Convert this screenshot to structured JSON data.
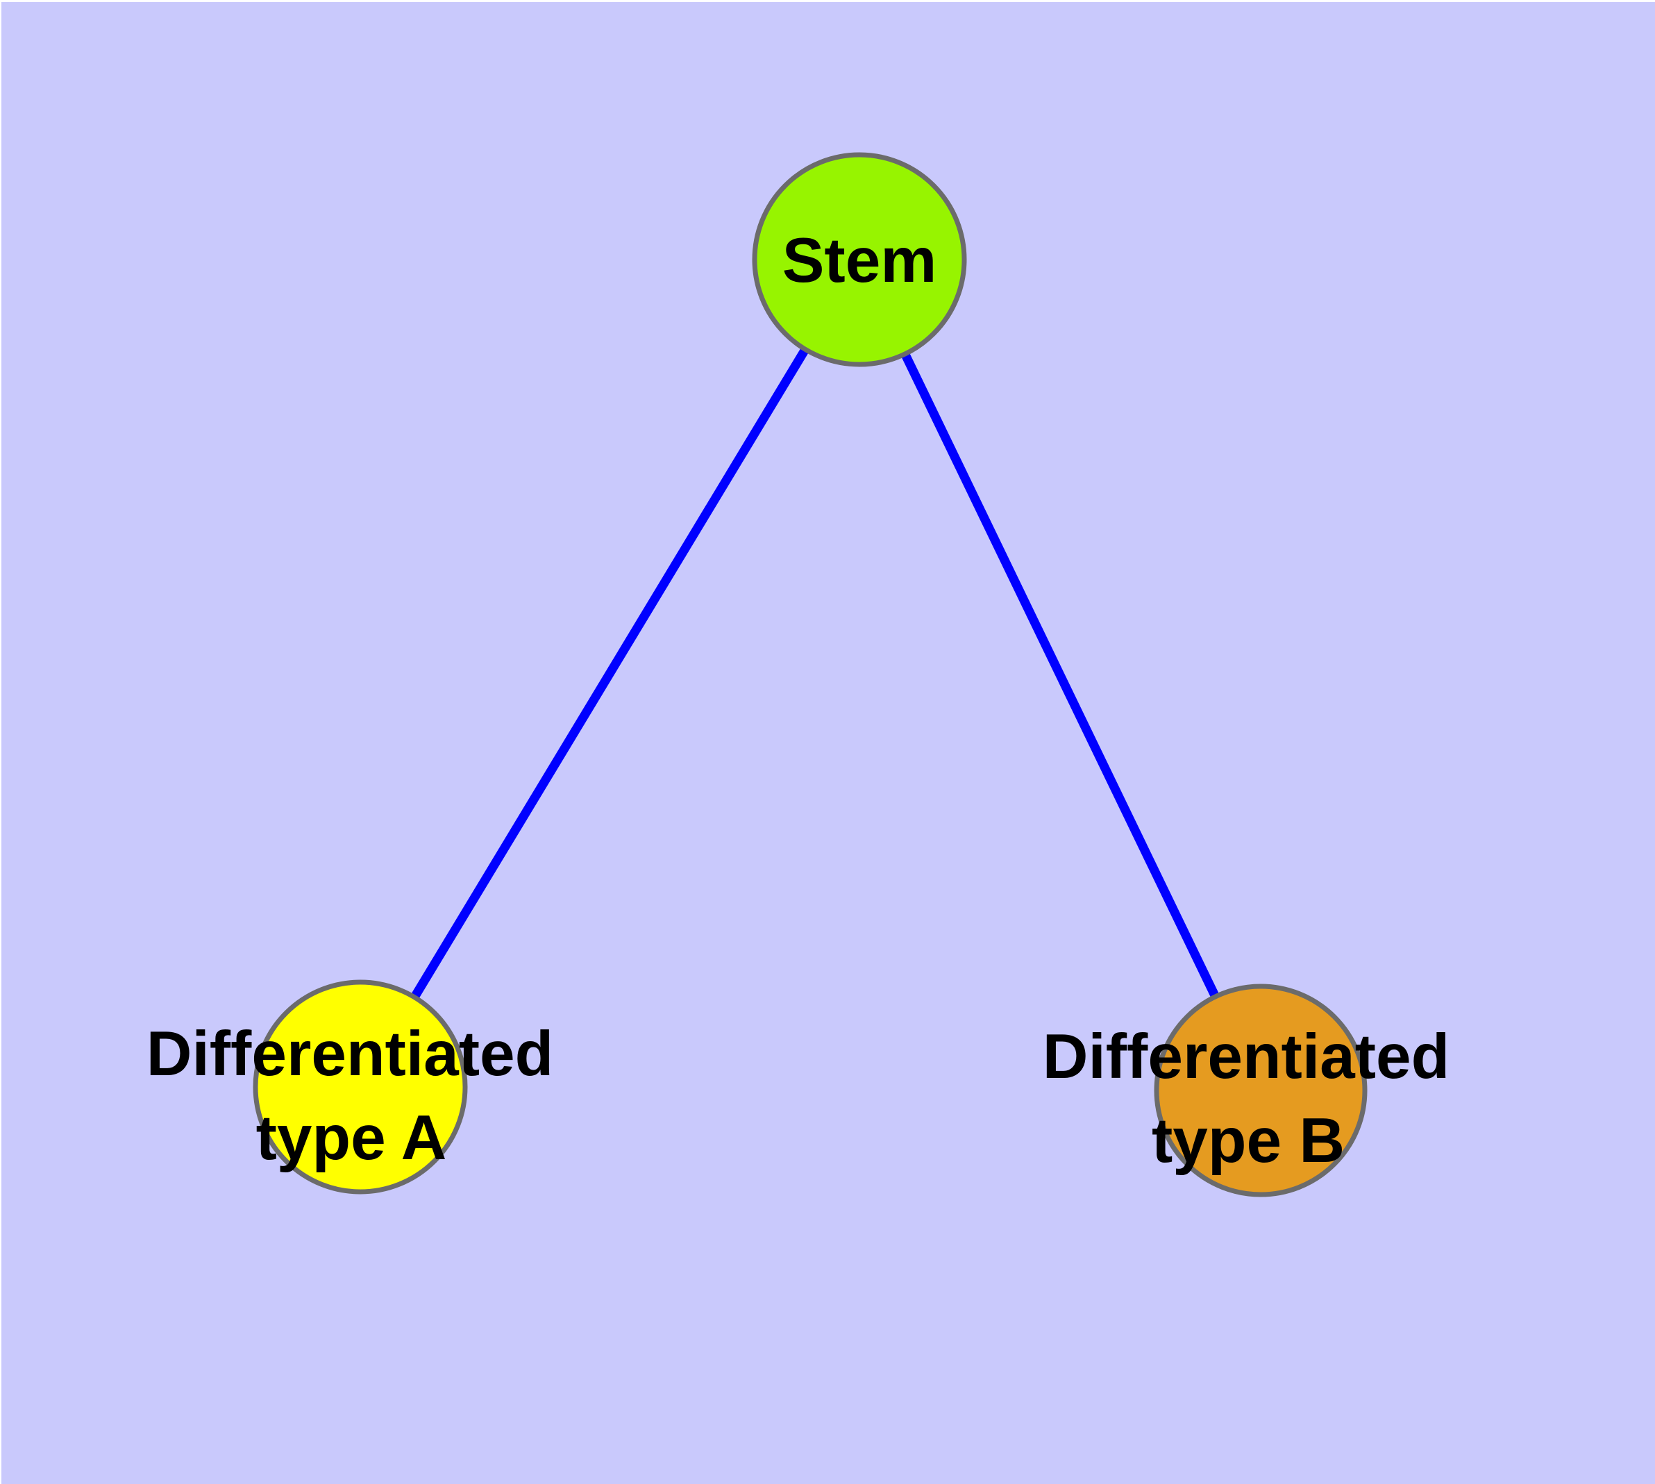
{
  "diagram": {
    "type": "node-link-graph",
    "description": "Stem cell differentiation tree: one stem node connected to two differentiated cell-type nodes",
    "background_color": "#C9C9FC",
    "edge_color": "#0000FF",
    "node_border_color": "#6B6B6B",
    "text_color": "#000000",
    "nodes": [
      {
        "id": "stem",
        "label": "Stem",
        "label_lines": [
          "Stem"
        ],
        "fill": "#97F400"
      },
      {
        "id": "differentiated-type-a",
        "label": "Differentiated type A",
        "label_lines": [
          "Differentiated",
          "type A"
        ],
        "fill": "#FFFF00"
      },
      {
        "id": "differentiated-type-b",
        "label": "Differentiated type B",
        "label_lines": [
          "Differentiated",
          "type B"
        ],
        "fill": "#E59B20"
      }
    ],
    "edges": [
      {
        "from": "stem",
        "to": "differentiated-type-a"
      },
      {
        "from": "stem",
        "to": "differentiated-type-b"
      }
    ]
  }
}
